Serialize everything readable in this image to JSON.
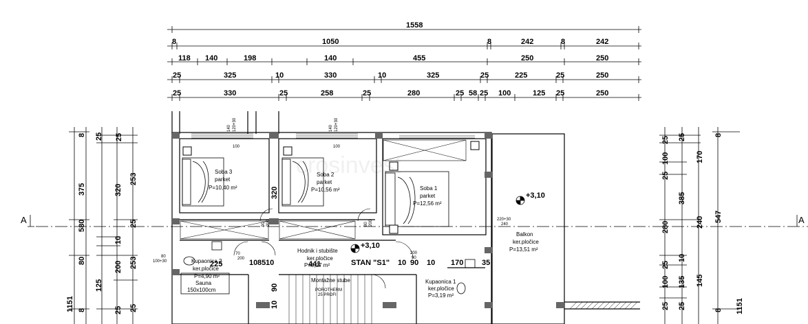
{
  "top_dims": {
    "row1": [
      "1558"
    ],
    "row2": [
      "8",
      "1050",
      "8",
      "242",
      "8",
      "242"
    ],
    "row3": [
      "118",
      "140",
      "198",
      "140",
      "455",
      "250",
      "250"
    ],
    "row4": [
      "25",
      "325",
      "10",
      "330",
      "10",
      "325",
      "25",
      "225",
      "25",
      "250"
    ],
    "row5": [
      "25",
      "330",
      "25",
      "258",
      "25",
      "280",
      "25",
      "58",
      "25",
      "100",
      "125",
      "25",
      "250"
    ]
  },
  "left_dims": {
    "outer": [
      "1151"
    ],
    "col1": [
      "8",
      "375",
      "580",
      "80",
      "125",
      "8"
    ],
    "col2": [
      "25",
      "320",
      "10",
      "200",
      "25"
    ],
    "col3": [
      "25",
      "253",
      "25",
      "253",
      "25"
    ]
  },
  "right_dims": {
    "col1": [
      "25",
      "100",
      "25",
      "280",
      "25",
      "100",
      "25"
    ],
    "col2": [
      "25",
      "385",
      "10",
      "135",
      "25"
    ],
    "col3": [
      "170",
      "240",
      "145",
      "547",
      "1151"
    ],
    "col4": [
      "8",
      "8"
    ]
  },
  "section_marks": {
    "left": "A",
    "right": "A"
  },
  "rooms": [
    {
      "name": "Soba 3",
      "floor": "parket",
      "area": "P=10,40 m²"
    },
    {
      "name": "Soba 2",
      "floor": "parket",
      "area": "P=10,56 m²"
    },
    {
      "name": "Soba 1",
      "floor": "parket",
      "area": "P=12,56 m²"
    },
    {
      "name": "Balkon",
      "floor": "ker.pločice",
      "area": "P=13,51 m²"
    },
    {
      "name": "Hodnik i stubište",
      "floor": "ker.pločice",
      "area": "P=9,27 m²"
    },
    {
      "name": "Kupaonica 2",
      "floor": "ker.pločice",
      "area": "P=4,90 m²"
    },
    {
      "name": "Kupaonica 1",
      "floor": "ker.pločice",
      "area": "P=3,19 m²"
    }
  ],
  "sauna": {
    "name": "Sauna",
    "size": "150x100cm"
  },
  "stairs": {
    "name": "Montažne stube",
    "note1": "POROTHERM",
    "note2": "25 PROFI"
  },
  "apartment": "STAN \"S1\"",
  "levels": {
    "inner": "+3,10",
    "balcony": "+3,10"
  },
  "window_marks": {
    "a": "140",
    "b": "120+30",
    "c": "100"
  },
  "door_marks": {
    "a": "90",
    "b": "200",
    "c": "80",
    "d": "200",
    "e": "220+30",
    "f": "240",
    "g": "70",
    "h": "200",
    "i": "80",
    "j": "100+30",
    "k": "200",
    "l": "90"
  },
  "inline_dims": [
    "225",
    "441",
    "10",
    "85",
    "10",
    "10",
    "90",
    "10",
    "170",
    "35",
    "320",
    "90",
    "10"
  ],
  "watermark": "crosinvest"
}
